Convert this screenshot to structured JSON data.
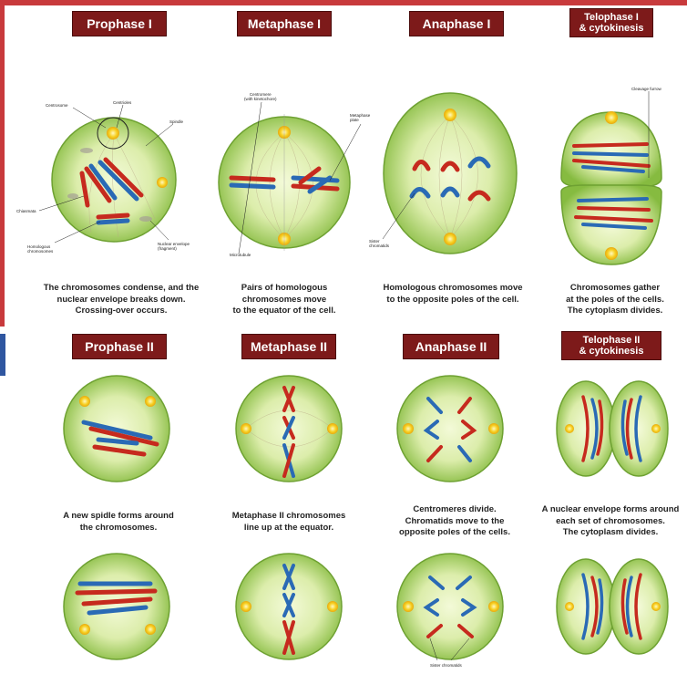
{
  "titles": {
    "prophase1": "Prophase I",
    "metaphase1": "Metaphase I",
    "anaphase1": "Anaphase I",
    "telophase1": "Telophase I\n& cytokinesis",
    "prophase2": "Prophase II",
    "metaphase2": "Metaphase II",
    "anaphase2": "Anaphase II",
    "telophase2": "Telophase II\n& cytokinesis"
  },
  "descriptions": {
    "prophase1": "The chromosomes condense, and the\nnuclear envelope breaks down.\nCrossing-over occurs.",
    "metaphase1": "Pairs of homologous\nchromosomes move\nto the equator of the cell.",
    "anaphase1": "Homologous chromosomes move\nto the opposite poles of the cell.",
    "telophase1": "Chromosomes gather\nat the poles of the cells.\nThe cytoplasm divides.",
    "prophase2": "A new spidle forms around\nthe chromosomes.",
    "metaphase2": "Metaphase II chromosomes\nline up at the equator.",
    "anaphase2": "Centromeres divide.\nChromatids move to the\nopposite poles of the cells.",
    "telophase2": "A nuclear envelope forms around\neach set of chromosomes.\nThe cytoplasm divides."
  },
  "labels": {
    "centrosome": "Centrosome",
    "centrioles": "Centrioles",
    "spindle": "Spindle",
    "chiasmata": "Chiasmata",
    "homologous": "Homologous\nchromosomes",
    "nuclear_envelope": "Nuclear envelope\n(fragment)",
    "centromere": "Centromere\n(with kinetochore)",
    "metaphase_plate": "Metaphase\nplate",
    "microtubule": "Microtubule",
    "sister_chromatids_a1": "Sister\nchromatids",
    "cleavage_furrow": "Cleavage furrow",
    "sister_chromatids_a2": "Sister chromatids"
  },
  "colors": {
    "title_bg": "#7d1a1a",
    "cell_outer": "#8fc24a",
    "cell_inner": "#eaf5c2",
    "chromosome_red": "#c62a1e",
    "chromosome_blue": "#2a6ab5",
    "centrosome": "#f7d021"
  }
}
